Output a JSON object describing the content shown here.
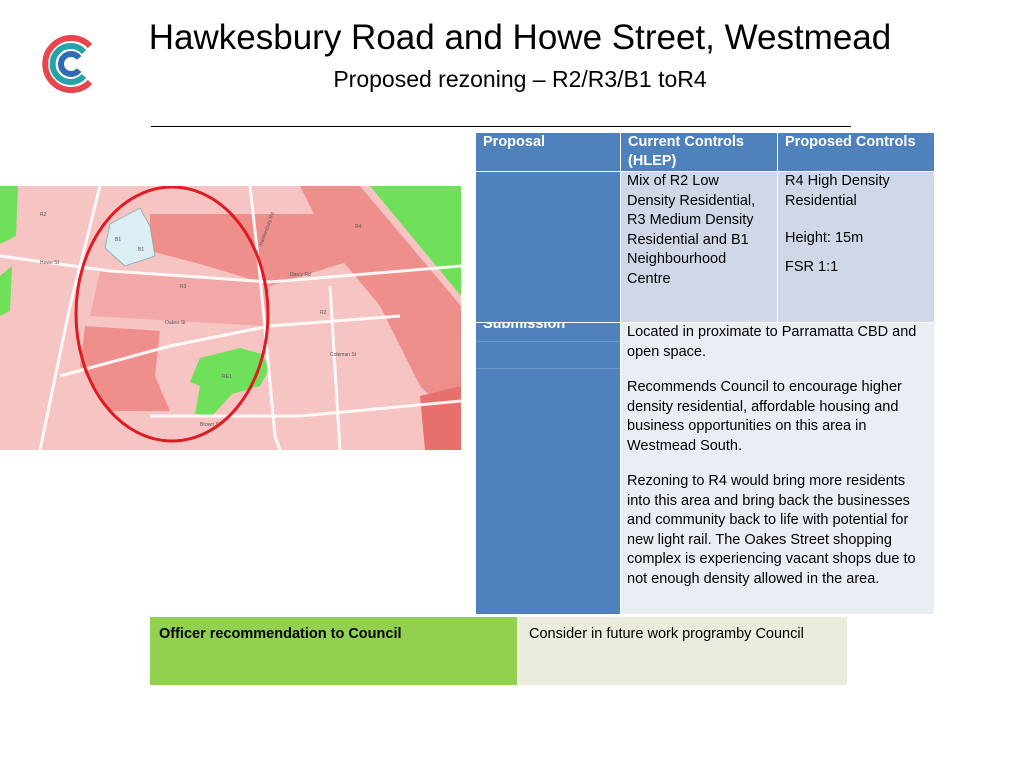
{
  "header": {
    "title": "Hawkesbury Road and Howe Street, Westmead",
    "subtitle": "Proposed rezoning – R2/R3/B1 toR4"
  },
  "logo": {
    "icon": "council-c-logo-icon",
    "colors": [
      "#e8454d",
      "#24a3a8",
      "#2f6bb3"
    ]
  },
  "map": {
    "zone_labels": [
      "B1",
      "B1",
      "R3",
      "R2",
      "R2",
      "RE1",
      "R4"
    ],
    "street_labels": [
      "Howe St",
      "Hawkesbury Rd",
      "Oakes St",
      "Darcy Rd",
      "Coleman St",
      "Brown St"
    ],
    "colors": {
      "r4": "#ee8f8c",
      "r3": "#f1a8a6",
      "r2": "#f7c4c4",
      "b1": "#dbeef3",
      "re1": "#6ee05a",
      "highlight": "#e11b22"
    }
  },
  "table": {
    "headers": {
      "proposal": "Proposal",
      "current": "Current Controls (HLEP)",
      "proposed": "Proposed Controls"
    },
    "row1": {
      "current": "Mix of R2 Low Density Residential, R3 Medium Density Residential and B1 Neighbourhood Centre",
      "proposed_zone": "R4 High Density Residential",
      "height": "Height: 15m",
      "fsr": "FSR 1:1"
    },
    "submission": {
      "label": "Submission",
      "p1": "Located in proximate to Parramatta CBD and open space.",
      "p2": "Recommends Council to encourage higher density residential, affordable housing and business opportunities on this area in Westmead South.",
      "p3": "Rezoning to R4 would bring more residents into this area and bring back the businesses and community back to life with potential for new light rail. The Oakes Street shopping complex is experiencing vacant shops due to not enough density allowed in the area."
    }
  },
  "officer": {
    "label": "Officer recommendation to Council",
    "text": "Consider in future work programby Council"
  }
}
